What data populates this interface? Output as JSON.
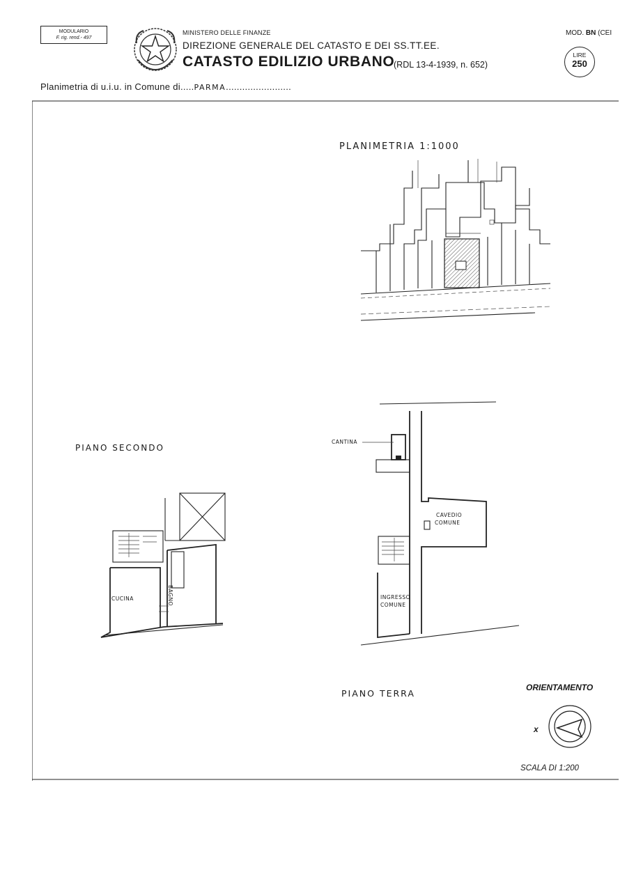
{
  "header": {
    "modulario_line1": "MODULARIO",
    "modulario_line2": "F. rig. rend.- 497",
    "ministero": "MINISTERO DELLE FINANZE",
    "direzione": "DIREZIONE GENERALE DEL CATASTO E DEI SS.TT.EE.",
    "catasto": "CATASTO EDILIZIO URBANO",
    "rdl": "(RDL 13-4-1939, n. 652)",
    "mod_prefix": "MOD.",
    "mod_code": "BN",
    "mod_suffix": "(CEI",
    "lire_label": "LIRE",
    "lire_value": "250"
  },
  "planimetria_line": {
    "prefix": "Planimetria di u.i.u. in Comune di.....",
    "comune": "PARMA",
    "dots": "........................"
  },
  "drawing": {
    "planimetria_title": "PLANIMETRIA 1:1000",
    "piano_secondo_title": "PIANO SECONDO",
    "piano_terra_title": "PIANO TERRA",
    "rooms": {
      "cucina": "CUCINA",
      "bagno": "BAGNO",
      "cantina": "CANTINA",
      "cavedio_1": "CAVEDIO",
      "cavedio_2": "COMUNE",
      "ingresso_1": "INGRESSO",
      "ingresso_2": "COMUNE"
    },
    "orientamento": "ORIENTAMENTO",
    "north_mark": "x",
    "scala": "SCALA DI 1:200"
  },
  "colors": {
    "ink": "#1a1a1a",
    "paper": "#ffffff",
    "hatch": "#555555"
  },
  "icons": {
    "emblem": "italian-republic-emblem-icon",
    "compass": "north-arrow-icon"
  }
}
